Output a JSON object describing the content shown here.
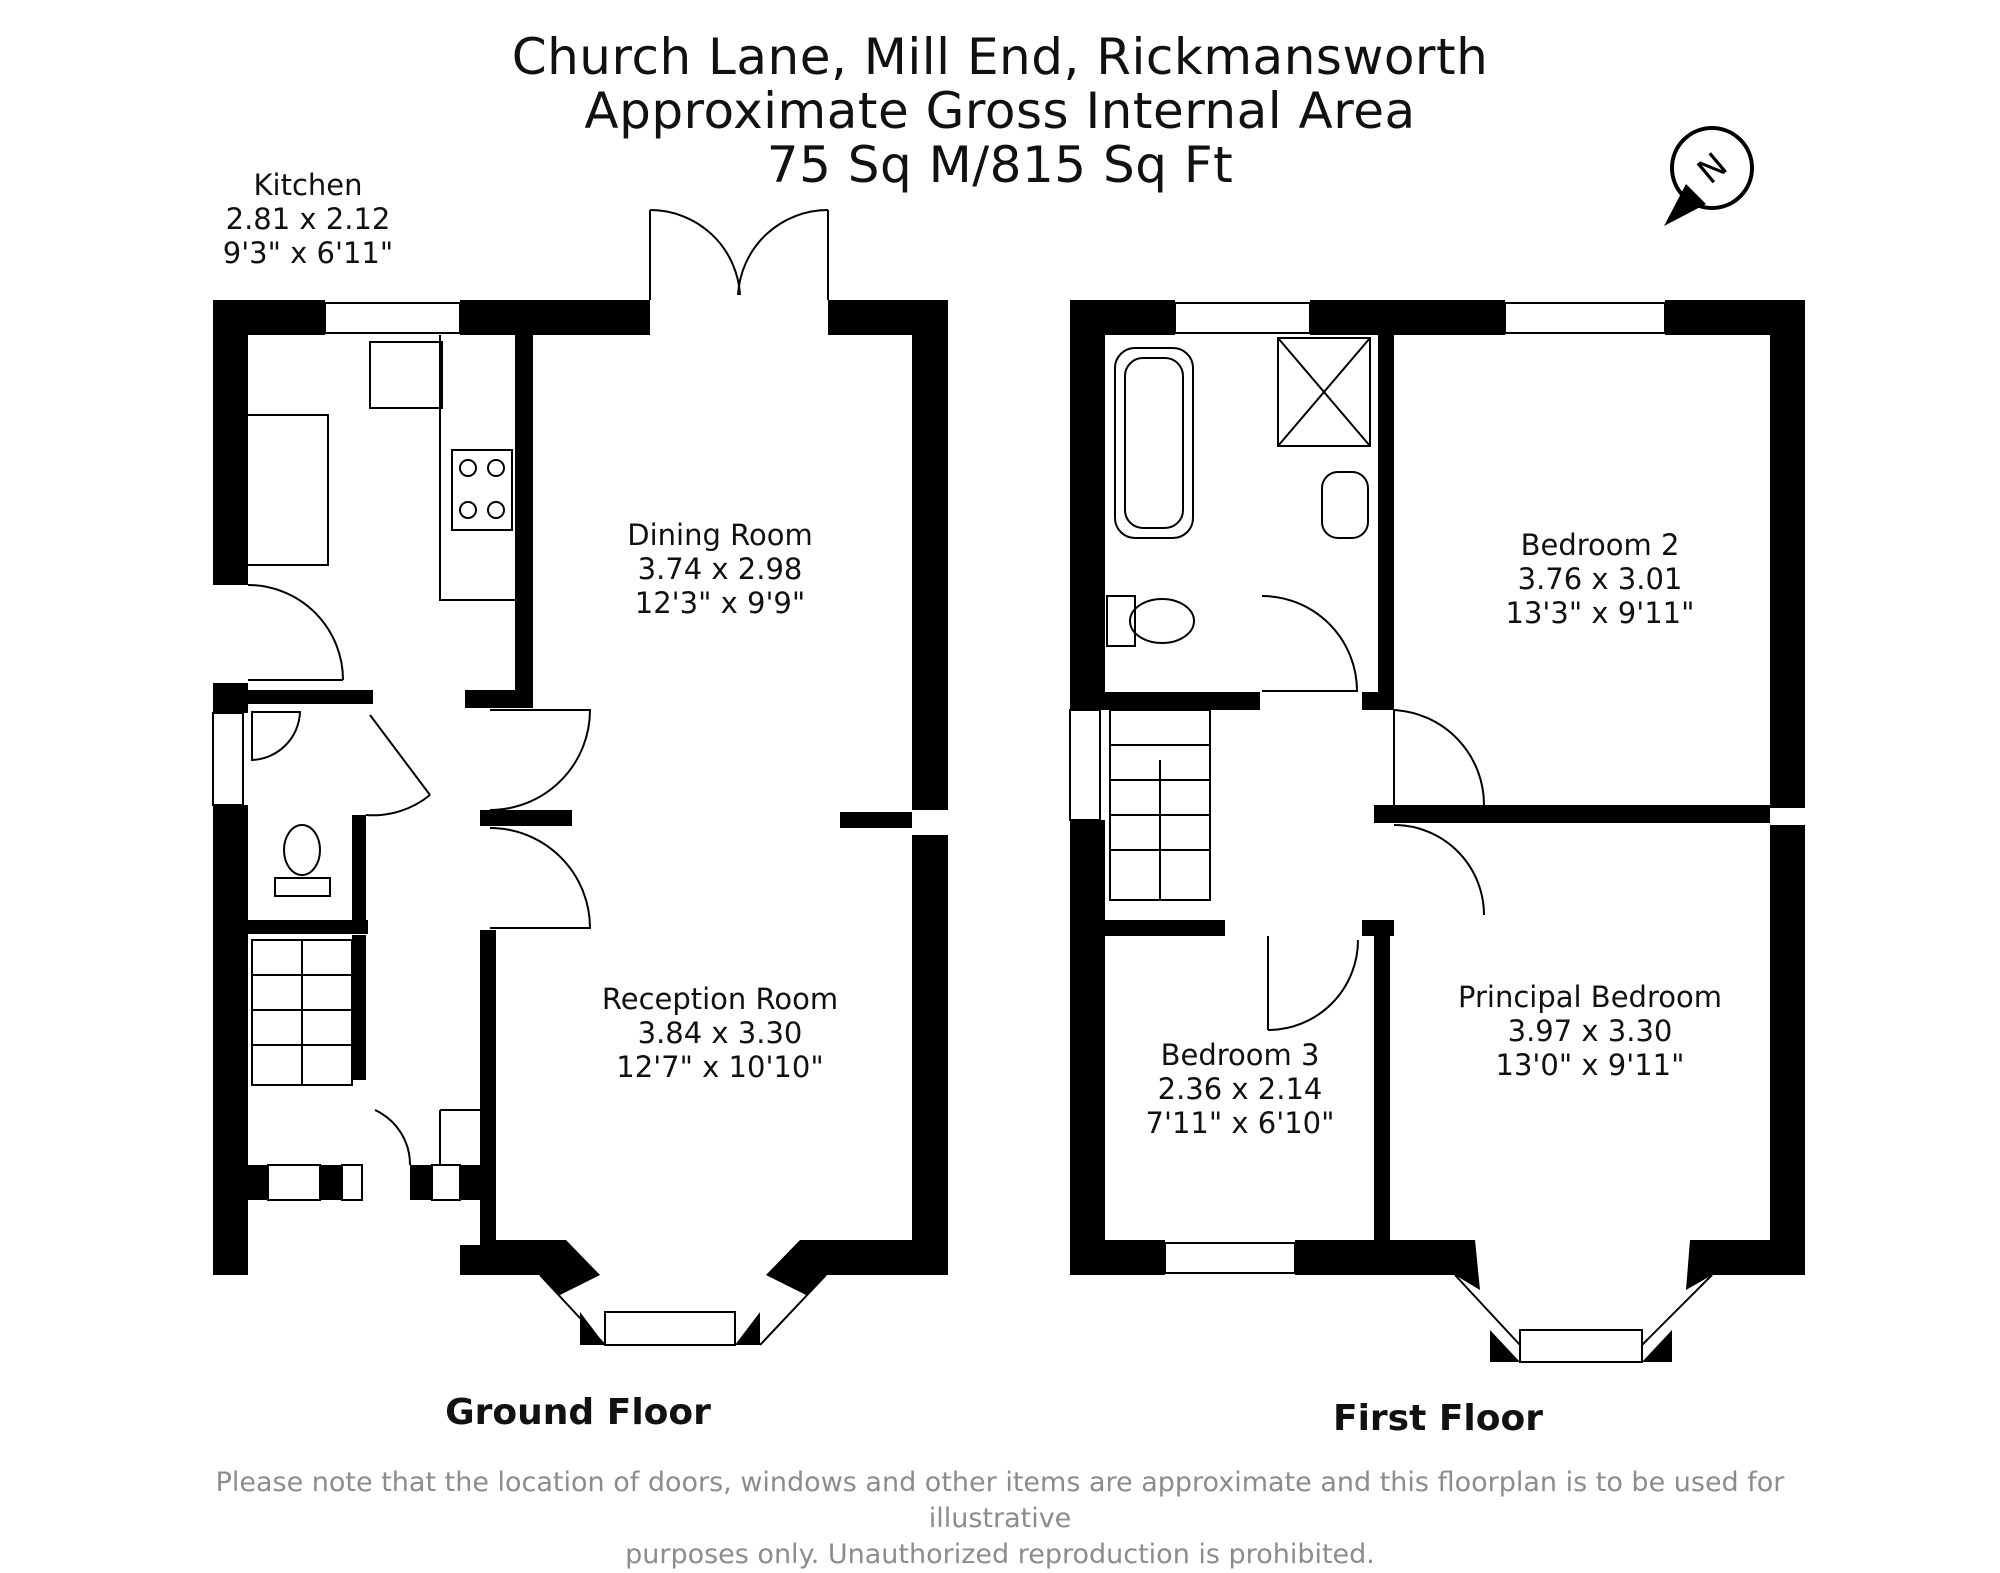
{
  "header": {
    "line1": "Church Lane, Mill End, Rickmansworth",
    "line2": "Approximate Gross Internal Area",
    "line3": "75 Sq M/815 Sq Ft"
  },
  "compass": {
    "label": "N",
    "icon": "north-arrow-icon"
  },
  "floors": {
    "ground": {
      "label": "Ground Floor",
      "rooms": {
        "kitchen": {
          "name": "Kitchen",
          "metric": "2.81 x 2.12",
          "imperial": "9'3\" x 6'11\""
        },
        "dining": {
          "name": "Dining Room",
          "metric": "3.74 x 2.98",
          "imperial": "12'3\" x 9'9\""
        },
        "reception": {
          "name": "Reception Room",
          "metric": "3.84 x 3.30",
          "imperial": "12'7\" x 10'10\""
        }
      }
    },
    "first": {
      "label": "First Floor",
      "rooms": {
        "bedroom2": {
          "name": "Bedroom 2",
          "metric": "3.76 x 3.01",
          "imperial": "13'3\" x 9'11\""
        },
        "principal": {
          "name": "Principal Bedroom",
          "metric": "3.97 x 3.30",
          "imperial": "13'0\" x 9'11\""
        },
        "bedroom3": {
          "name": "Bedroom 3",
          "metric": "2.36 x 2.14",
          "imperial": "7'11\" x 6'10\""
        }
      }
    }
  },
  "disclaimer": {
    "line1": "Please note that the location of doors, windows and other items are approximate and this floorplan is to be used for illustrative",
    "line2": "purposes only. Unauthorized reproduction is prohibited."
  },
  "colors": {
    "wall": "#000000",
    "text": "#111111",
    "disclaimer": "#8c8c8c"
  }
}
